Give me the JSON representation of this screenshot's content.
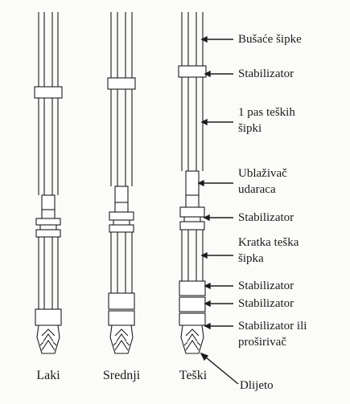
{
  "columns": [
    {
      "id": "laki",
      "label": "Laki"
    },
    {
      "id": "srednji",
      "label": "Srednji"
    },
    {
      "id": "teski",
      "label": "Teški"
    }
  ],
  "labels": [
    {
      "id": "busace-sipke",
      "lines": [
        "Bušaće šipke"
      ]
    },
    {
      "id": "stabilizator-top",
      "lines": [
        "Stabilizator"
      ]
    },
    {
      "id": "pas-teskih-sipki",
      "lines": [
        "1 pas teških",
        "šipki"
      ]
    },
    {
      "id": "ublazivac-udaraca",
      "lines": [
        "Ublaživač",
        "udaraca"
      ]
    },
    {
      "id": "stabilizator-mid",
      "lines": [
        "Stabilizator"
      ]
    },
    {
      "id": "kratka-teska-sipka",
      "lines": [
        "Kratka teška",
        "šipka"
      ]
    },
    {
      "id": "stabilizator-lower-1",
      "lines": [
        "Stabilizator"
      ]
    },
    {
      "id": "stabilizator-lower-2",
      "lines": [
        "Stabilizator"
      ]
    },
    {
      "id": "stabilizator-ili-prosirivac",
      "lines": [
        "Stabilizator ili",
        "proširivač"
      ]
    },
    {
      "id": "dlijeto",
      "lines": [
        "Dlijeto"
      ]
    }
  ]
}
